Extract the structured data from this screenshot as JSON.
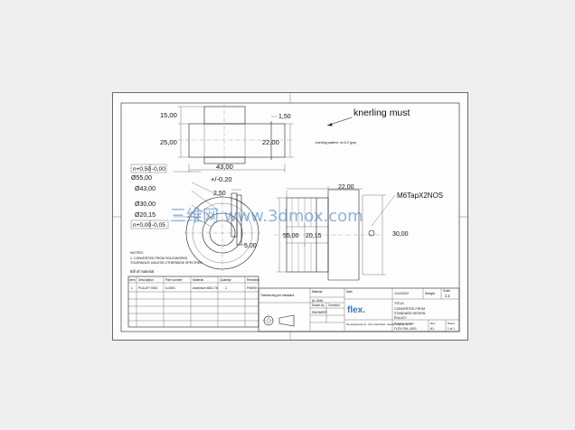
{
  "annotation": {
    "note": "knerling must"
  },
  "spec_note": "knerling pattern: m=0.2 gnrp",
  "dimensions": {
    "top_view": {
      "flange_height": "15,00",
      "body_height": "25,00",
      "right_height": "22,00",
      "flange_width": "1,50",
      "overall_length": "43,00",
      "length_tol": "+/-0.20"
    },
    "side_view": {
      "tol_upper": "n+0,50",
      "tol_upper_b": "-0,00",
      "d55": "Ø55,00",
      "d43": "Ø43,00",
      "d30": "Ø30,00",
      "d20": "Ø20,15",
      "tol_lower": "n+0,00",
      "tol_lower_b": "-0,05",
      "slot": "2,50",
      "slot_depth": "5,00"
    },
    "front_view": {
      "width": "22,00",
      "height_left": "55,00",
      "bore": "20,15",
      "height_right": "30,00",
      "thread": "M6TapX2NOS"
    }
  },
  "notes": {
    "title": "NOTES:",
    "line1": "1. CONVERTED FROM SOLIDWORKS",
    "line2": "TOLERANCE UNLESS OTHERWISE SPECIFIED"
  },
  "bom": {
    "title": "Bill of material",
    "headers": [
      "Item",
      "Description",
      "Part number",
      "Material",
      "Quantity",
      "Remarks"
    ],
    "rows": [
      [
        "1",
        "PULLEY 0001",
        "A-0001",
        "Aluminium 6061-T6",
        "1",
        "FINISH"
      ]
    ]
  },
  "title_block": {
    "general_tolerance": "Tolerancing per standard",
    "material_label": "Material",
    "material": "AL 6061",
    "drawn_by_label": "Drawn by",
    "drawn_by": "ENGINEER",
    "checked_label": "Checked",
    "date_label": "Date",
    "date": "1/12/2022",
    "weight_label": "Weight",
    "scale_label": "Scale",
    "scale": "1:1",
    "title_label": "TITLE",
    "title_line1": "CONVERTED FROM",
    "title_line2": "STANDARD DESIGN",
    "title_line3": "PULLEY",
    "company": "flex.",
    "company_address": "Flex Engineering Ltd · Unit 4, Park Road · www.flex-engineering.com",
    "drawing_number_label": "Drawing number",
    "drawing_number": "FLEX-PUL-0001",
    "revision_label": "Rev",
    "revision": "A1",
    "sheet_label": "Sheet",
    "sheet": "1 of 1"
  },
  "watermark": {
    "text": "三维网 www.3dmox.com"
  },
  "colors": {
    "watermark": "#2f78c8",
    "line": "#222222",
    "paper": "#fdfdfd",
    "background": "#efefef"
  }
}
